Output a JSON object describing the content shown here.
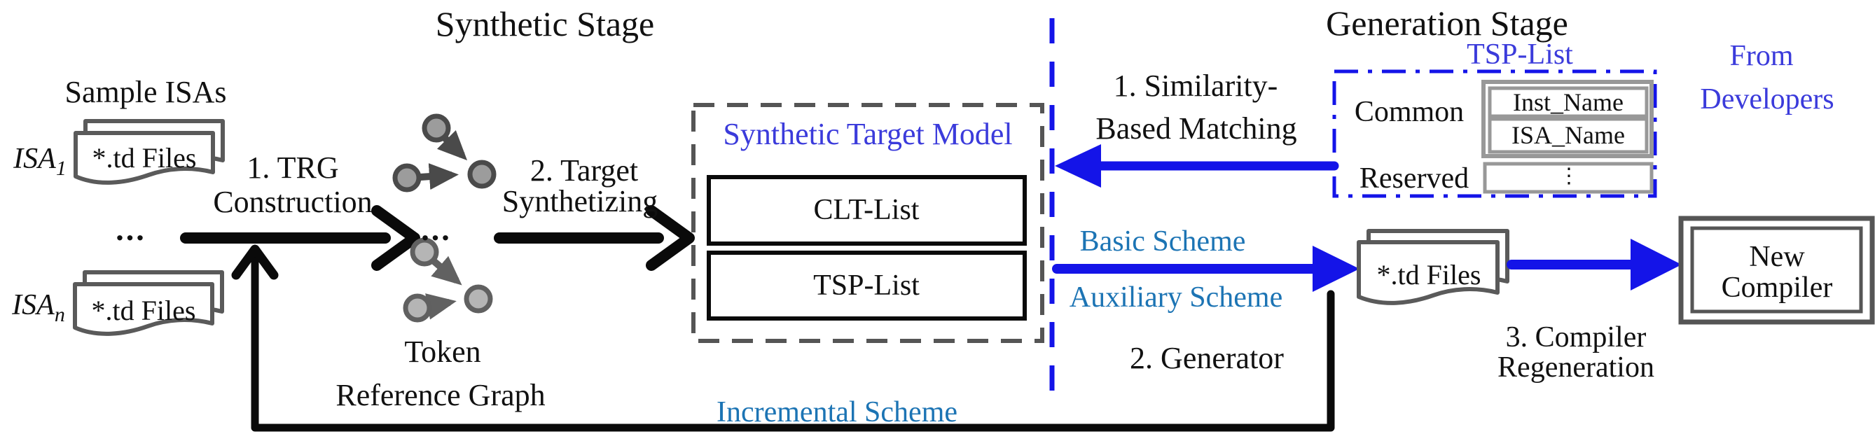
{
  "colors": {
    "label_blue": "#3b3bdb",
    "arrow_blue": "#1414e8",
    "scheme_teal": "#1c74b4",
    "ink": "#111111",
    "doc_gray": "#5a5a5a",
    "box_gray": "#555555",
    "table_gray": "#989898",
    "node_dark_fill": "#9c9c9c",
    "node_dark_stroke": "#4a4a4a",
    "node_light_fill": "#b5b5b5",
    "node_light_stroke": "#606060"
  },
  "titles": {
    "synthetic": "Synthetic Stage",
    "generation": "Generation Stage"
  },
  "synthetic_stage": {
    "sample_isas": "Sample ISAs",
    "isa_docs": [
      {
        "label_base": "ISA",
        "label_sub": "1",
        "doc_text": "*.td Files"
      },
      {
        "label_base": "ISA",
        "label_sub": "n",
        "doc_text": "*.td Files"
      }
    ],
    "ellipsis": "...",
    "step1": {
      "line1": "1. TRG",
      "line2": "Construction"
    },
    "step2": {
      "line1": "2. Target",
      "line2": "Synthetizing"
    },
    "graph_caption": {
      "line1": "Token",
      "line2": "Reference Graph"
    },
    "model": {
      "title": "Synthetic Target Model",
      "items": [
        "CLT-List",
        "TSP-List"
      ]
    }
  },
  "generation_stage": {
    "step1": {
      "line1": "1. Similarity-",
      "line2": "Based Matching"
    },
    "tsp_table": {
      "title": "TSP-List",
      "rows": [
        {
          "label": "Common",
          "cells": [
            "Inst_Name",
            "ISA_Name"
          ]
        },
        {
          "label": "Reserved",
          "cells": [
            "⋮"
          ]
        }
      ]
    },
    "source_note": {
      "line1": "From",
      "line2": "Developers"
    },
    "schemes": {
      "basic": "Basic Scheme",
      "auxiliary": "Auxiliary Scheme",
      "incremental": "Incremental Scheme"
    },
    "step2": "2. Generator",
    "td_files_doc": "*.td Files",
    "step3": {
      "line1": "3. Compiler",
      "line2": "Regeneration"
    },
    "new_compiler": {
      "line1": "New",
      "line2": "Compiler"
    }
  }
}
